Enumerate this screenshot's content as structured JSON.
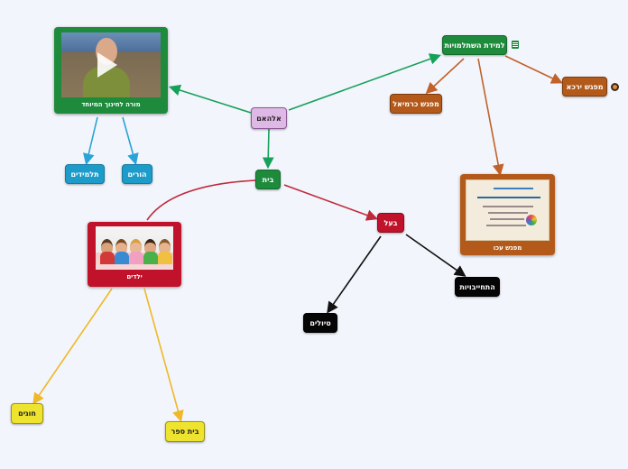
{
  "nodes": {
    "root": "אלהאם",
    "home": "בית",
    "husband": "בעל",
    "trips": "טיולים",
    "obligations": "התחייבויות",
    "children": "ילדים",
    "hobbies": "חוגים",
    "school": "בית ספר",
    "teacher": "מורה לחינוך המיוחד",
    "students": "תלמידים",
    "parents": "הורים",
    "enrichment": "למידת השתלמויות",
    "center_carmiel": "מפגש כרמיאל",
    "center_yarka": "מפגש ירכא",
    "center_akko": "מפגש עכו"
  },
  "colors": {
    "green": "#1e8a3c",
    "purple": "#dfb9e6",
    "blue": "#1d9bc9",
    "brown": "#b35a1b",
    "red": "#c0122a",
    "black": "#050505",
    "yellow": "#eee32f",
    "edge_green": "#17a05a",
    "edge_blue": "#2aa3d6",
    "edge_brown": "#c0622a",
    "edge_red": "#c0283c",
    "edge_black": "#111111",
    "edge_yellow": "#f0b828"
  },
  "icons": {
    "video": "play-icon",
    "note": "notes-icon",
    "link": "link-icon"
  }
}
